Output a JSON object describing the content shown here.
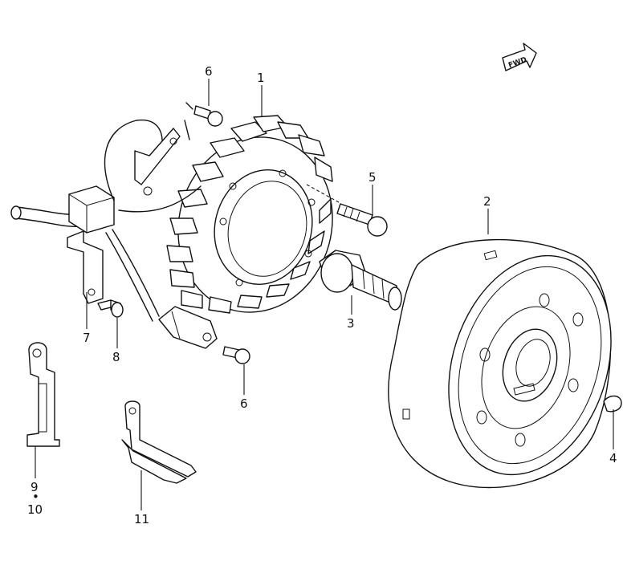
{
  "diagram": {
    "fwd_label": "FWD",
    "callouts": [
      {
        "id": "c1",
        "text": "1"
      },
      {
        "id": "c2",
        "text": "2"
      },
      {
        "id": "c3",
        "text": "3"
      },
      {
        "id": "c4",
        "text": "4"
      },
      {
        "id": "c5",
        "text": "5"
      },
      {
        "id": "c6a",
        "text": "6"
      },
      {
        "id": "c6b",
        "text": "6"
      },
      {
        "id": "c7",
        "text": "7"
      },
      {
        "id": "c8",
        "text": "8"
      },
      {
        "id": "c9",
        "text": "9"
      },
      {
        "id": "c9dot",
        "text": "•"
      },
      {
        "id": "c10",
        "text": "10"
      },
      {
        "id": "c11",
        "text": "11"
      }
    ]
  }
}
